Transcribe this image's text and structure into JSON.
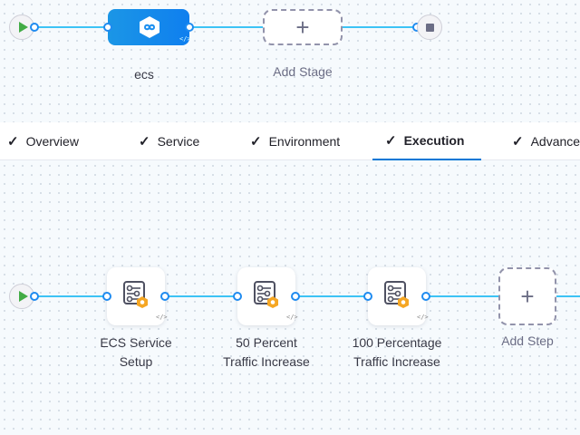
{
  "pipeline": {
    "stage_name": "ecs",
    "add_stage_label": "Add Stage",
    "add_icon": "+"
  },
  "tabs": [
    {
      "label": "Overview",
      "icon": "✓"
    },
    {
      "label": "Service",
      "icon": "✓"
    },
    {
      "label": "Environment",
      "icon": "✓"
    },
    {
      "label": "Execution",
      "icon": "✓",
      "active": true
    },
    {
      "label": "Advanced",
      "icon": "✓"
    }
  ],
  "execution": {
    "steps": [
      {
        "line1": "ECS Service",
        "line2": "Setup"
      },
      {
        "line1": "50 Percent",
        "line2": "Traffic Increase"
      },
      {
        "line1": "100 Percentage",
        "line2": "Traffic Increase"
      }
    ],
    "add_step_label": "Add Step",
    "add_icon": "+"
  },
  "colors": {
    "accent": "#0278d5",
    "connector": "#3dc3f5",
    "stage_gradient": [
      "#1b96e6",
      "#0f7fef"
    ]
  }
}
